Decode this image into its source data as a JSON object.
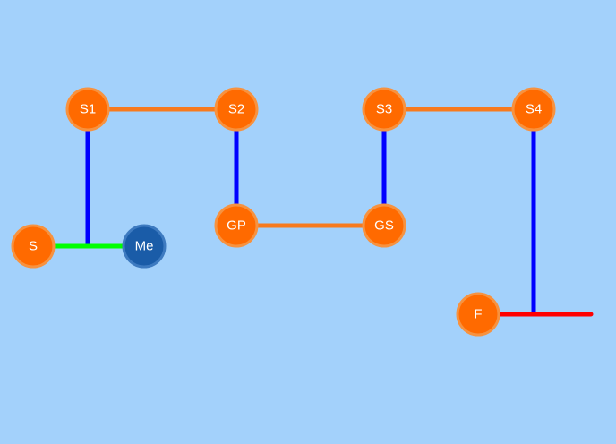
{
  "colors": {
    "background": "#a3d1fb",
    "node_orange": "#ff6a00",
    "node_orange_ring": "#f7923f",
    "node_player": "#1a5ca8",
    "node_player_ring": "#3d7ac0",
    "edge_orange": "#f77a1e",
    "edge_blue": "#0000ff",
    "edge_green": "#00ff00",
    "edge_red": "#ff0000",
    "label": "#ffffff"
  },
  "nodes": [
    {
      "id": "s1",
      "label": "S1",
      "kind": "stop"
    },
    {
      "id": "s2",
      "label": "S2",
      "kind": "stop"
    },
    {
      "id": "s3",
      "label": "S3",
      "kind": "stop"
    },
    {
      "id": "s4",
      "label": "S4",
      "kind": "stop"
    },
    {
      "id": "gp",
      "label": "GP",
      "kind": "stop"
    },
    {
      "id": "gs",
      "label": "GS",
      "kind": "stop"
    },
    {
      "id": "s",
      "label": "S",
      "kind": "start"
    },
    {
      "id": "me",
      "label": "Me",
      "kind": "player"
    },
    {
      "id": "f",
      "label": "F",
      "kind": "finish"
    }
  ],
  "edges": [
    {
      "id": "s1-s2",
      "color": "orange"
    },
    {
      "id": "s3-s4",
      "color": "orange"
    },
    {
      "id": "gp-gs",
      "color": "orange"
    },
    {
      "id": "s1-junction",
      "color": "blue"
    },
    {
      "id": "s2-gp",
      "color": "blue"
    },
    {
      "id": "s3-gs",
      "color": "blue"
    },
    {
      "id": "s4-red-junction",
      "color": "blue"
    },
    {
      "id": "s-me",
      "color": "green"
    },
    {
      "id": "f-exit",
      "color": "red"
    }
  ]
}
